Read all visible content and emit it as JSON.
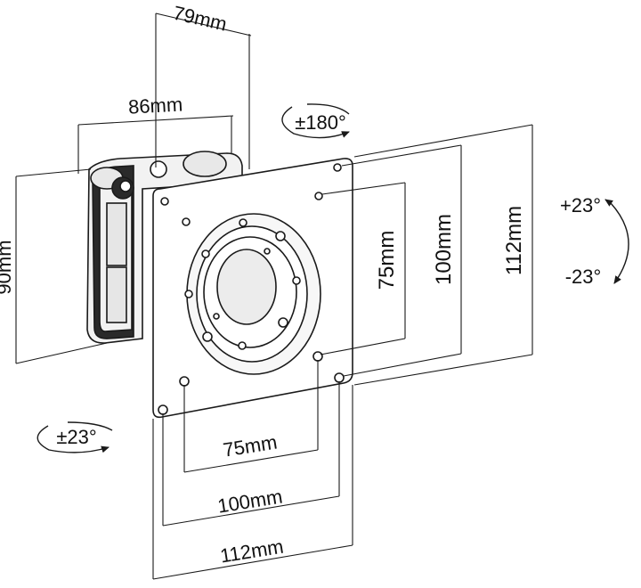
{
  "colors": {
    "line": "#1a1a1a",
    "light_fill": "#f2f2f2",
    "dark_fill": "#2a2a2a",
    "mid_fill": "#d9d9d9"
  },
  "dimensions": {
    "top_79": "79mm",
    "top_86": "86mm",
    "left_90": "90mm",
    "vert_75": "75mm",
    "vert_100": "100mm",
    "vert_112": "112mm",
    "bottom_75": "75mm",
    "bottom_100": "100mm",
    "bottom_112": "112mm"
  },
  "rotations": {
    "rotate_180": "±180°",
    "rotate_23": "±23°",
    "tilt_up": "+23°",
    "tilt_down": "-23°"
  }
}
